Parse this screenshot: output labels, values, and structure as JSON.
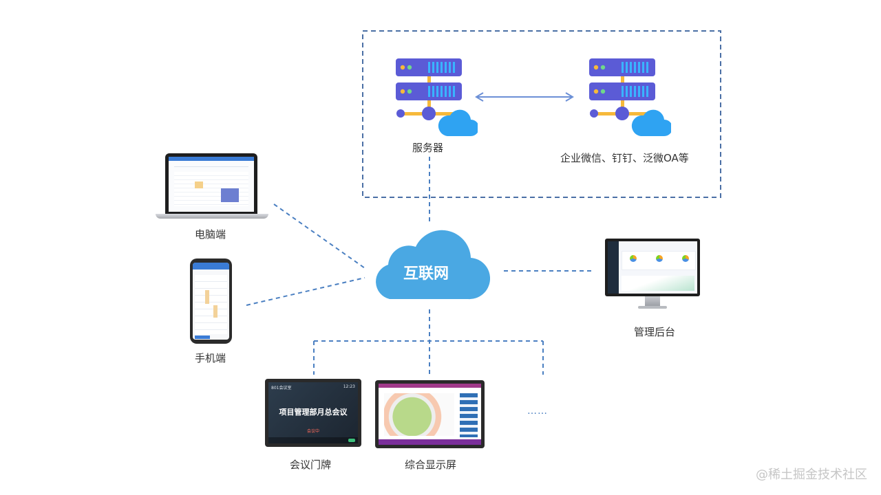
{
  "nodes": {
    "server": "服务器",
    "third_party": "企业微信、钉钉、泛微OA等",
    "internet": "互联网",
    "pc": "电脑端",
    "mobile": "手机端",
    "admin": "管理后台",
    "door_sign": "会议门牌",
    "display": "综合显示屏",
    "more": "……"
  },
  "door_screen": {
    "room": "801会议室",
    "time": "12:23",
    "title": "项目管理部月总会议",
    "status": "会议中"
  },
  "watermark": "@稀土掘金技术社区",
  "colors": {
    "line": "#4a7fc1",
    "cloud": "#4aa8e3",
    "server_body": "#5b5bd6",
    "server_cloud": "#2fa3f2",
    "server_pole": "#f6b93b"
  }
}
